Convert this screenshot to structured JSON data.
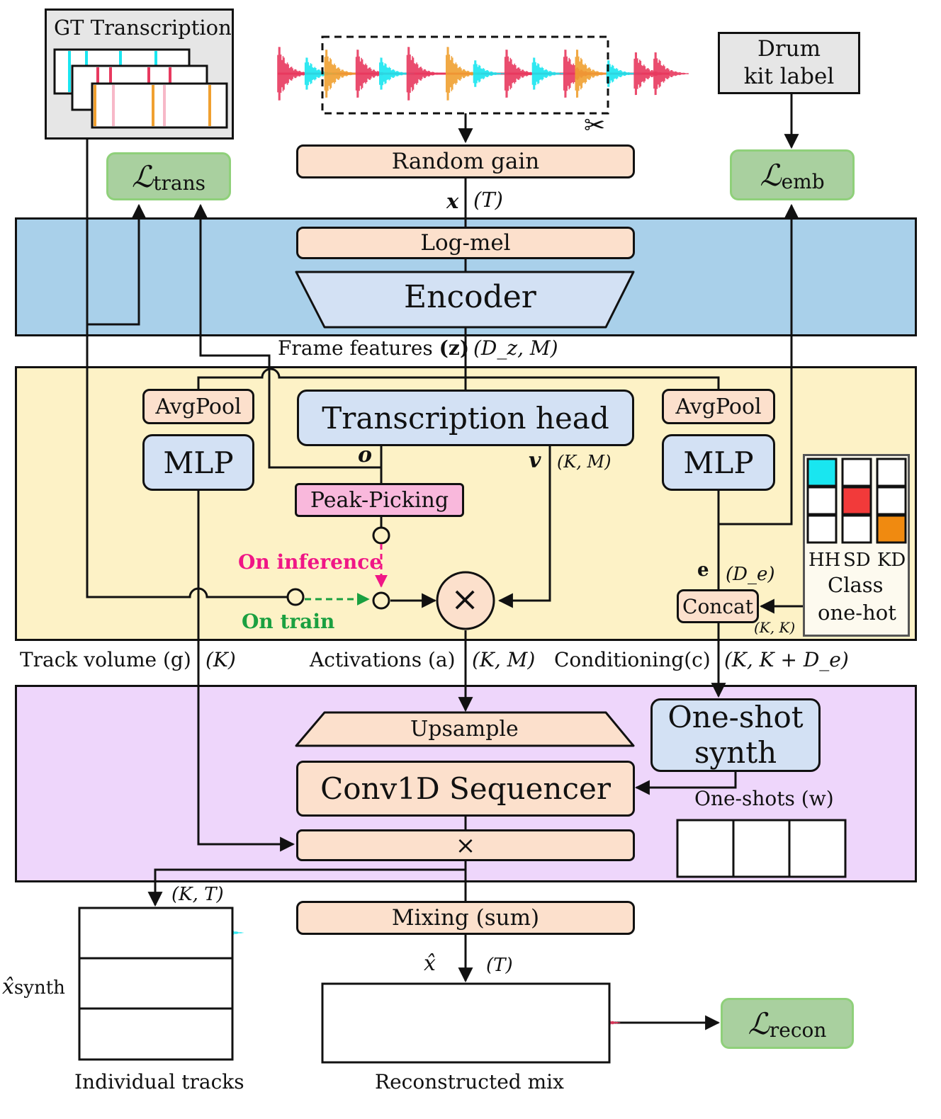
{
  "gt_transcription": {
    "title": "GT Transcription"
  },
  "random_gain": "Random gain",
  "x_label": "x",
  "x_shape": "(T)",
  "drum_kit_label": {
    "line1": "Drum",
    "line2": "kit label"
  },
  "losses": {
    "trans": "ℒ",
    "trans_sub": "trans",
    "emb": "ℒ",
    "emb_sub": "emb",
    "recon": "ℒ",
    "recon_sub": "recon"
  },
  "encoder_band": {
    "log_mel": "Log-mel",
    "encoder": "Encoder"
  },
  "frame_features": {
    "label": "Frame features",
    "symbol": "(z)",
    "shape": "(D_z, M)"
  },
  "middle_band": {
    "avgpool_left": "AvgPool",
    "mlp_left": "MLP",
    "transcription_head": "Transcription head",
    "avgpool_right": "AvgPool",
    "mlp_right": "MLP",
    "o_label": "o",
    "v_label": "v",
    "v_shape": "(K, M)",
    "peak_picking": "Peak-Picking",
    "on_inference": "On inference",
    "on_train": "On train",
    "multiply": "×",
    "e_label": "e",
    "e_shape": "(D_e)",
    "concat": "Concat",
    "kk_shape": "(K, K)",
    "class_labels": [
      "HH",
      "SD",
      "KD"
    ],
    "class_onehot": {
      "line1": "Class",
      "line2": "one-hot"
    }
  },
  "between_labels": {
    "track_volume": "Track volume (g)",
    "track_volume_shape": "(K)",
    "activations": "Activations (a)",
    "activations_shape": "(K, M)",
    "conditioning": "Conditioning(c)",
    "conditioning_shape": "(K, K + D_e)"
  },
  "synth_band": {
    "upsample": "Upsample",
    "conv1d": "Conv1D Sequencer",
    "multiply": "×",
    "oneshot": {
      "line1": "One-shot",
      "line2": "synth"
    },
    "oneshots_label": "One-shots (w)"
  },
  "output": {
    "kt_shape": "(K, T)",
    "mixing": "Mixing (sum)",
    "xhat": "x̂",
    "xhat_shape": "(T)",
    "x_synth": "x̂",
    "x_synth_sub": "synth",
    "individual_tracks": "Individual tracks",
    "reconstructed_mix": "Reconstructed mix"
  },
  "colors": {
    "hh": "#19e6f0",
    "sd": "#e8395f",
    "kd": "#f0a030",
    "encoder_band": "#a9d0ea",
    "middle_band": "#fdf2c6",
    "synth_band": "#eed6fb",
    "green": "#a9d09f",
    "peach": "#fce0cc",
    "blue": "#d3e1f4",
    "pink_text": "#f01686",
    "green_text": "#1aa040"
  }
}
